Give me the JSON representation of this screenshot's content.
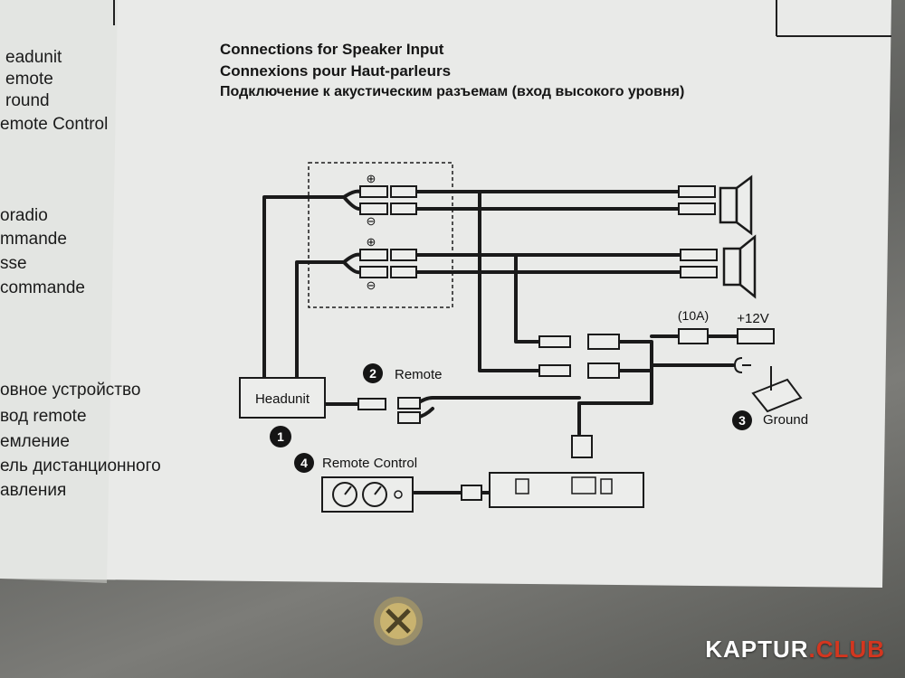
{
  "left_column": {
    "en": [
      "eadunit",
      "emote",
      "round",
      "emote Control"
    ],
    "fr": [
      "oradio",
      "mmande",
      "sse",
      "commande"
    ],
    "ru": [
      "овное устройство",
      "вод remote",
      "емление",
      "ель дистанционного",
      "авления"
    ]
  },
  "titles": {
    "en": "Connections for Speaker Input",
    "fr": "Connexions pour Haut-parleurs",
    "ru": "Подключение к акустическим разъемам (вход высокого уровня)"
  },
  "diagram": {
    "headunit_label": "Headunit",
    "remote_label": "Remote",
    "ground_label": "Ground",
    "remote_control_label": "Remote Control",
    "fuse_label": "(10A)",
    "power_label": "+12V",
    "plus_sign": "⊕",
    "minus_sign": "⊖",
    "markers": [
      "1",
      "2",
      "3",
      "4"
    ]
  },
  "watermark": {
    "brand": "KAPTUR",
    "dot": ".",
    "suffix": "CLUB"
  },
  "colors": {
    "paper": "#ecedeb",
    "ink": "#1a1a1a",
    "metal": "#6f6f6d",
    "watermark_accent": "#d3361f"
  }
}
